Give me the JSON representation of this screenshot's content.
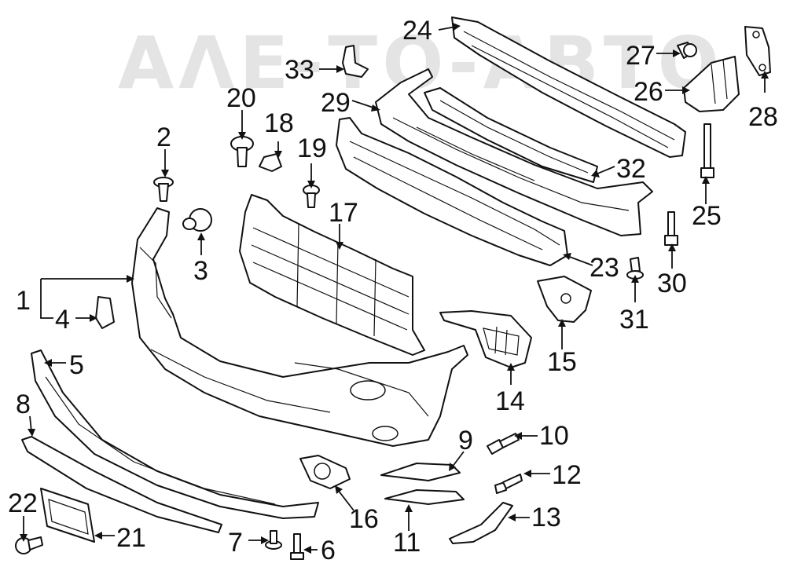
{
  "watermark": "ΑΛΕ-ΤΟ-ΑΒΤΟ",
  "callouts": [
    "1",
    "2",
    "3",
    "4",
    "5",
    "6",
    "7",
    "8",
    "9",
    "10",
    "11",
    "12",
    "13",
    "14",
    "15",
    "16",
    "17",
    "18",
    "19",
    "20",
    "21",
    "22",
    "23",
    "24",
    "25",
    "26",
    "27",
    "28",
    "29",
    "30",
    "31",
    "32",
    "33"
  ]
}
